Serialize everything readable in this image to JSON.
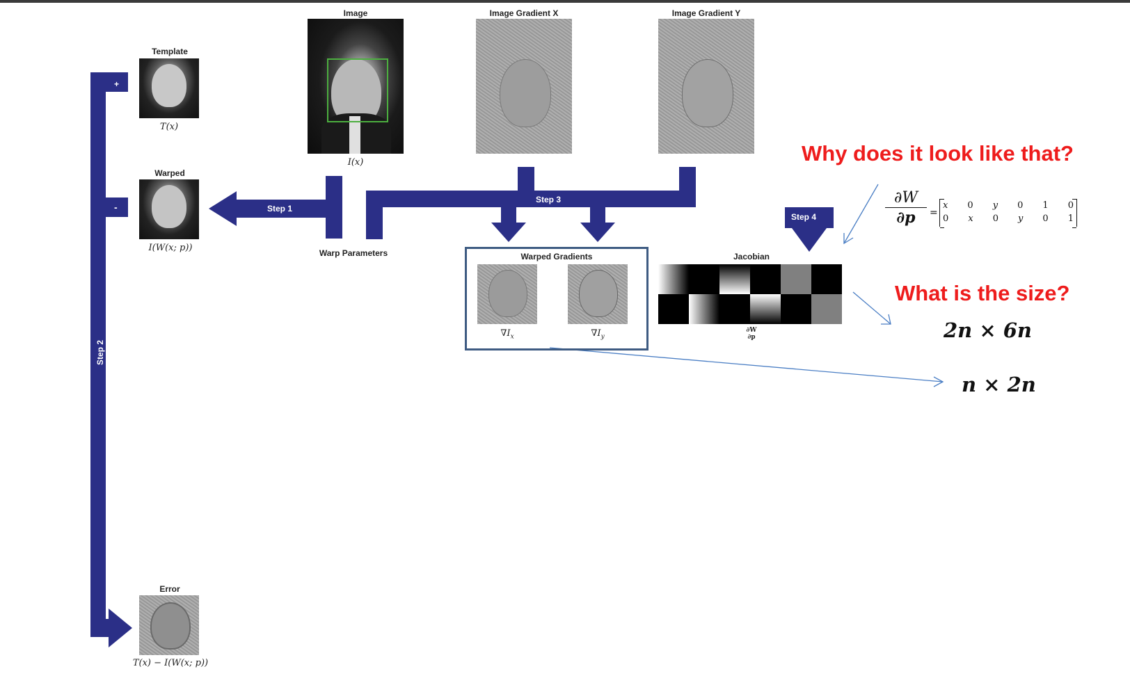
{
  "labels": {
    "template": "Template",
    "template_math": "T(x)",
    "warped": "Warped",
    "warped_math": "I(W(x; p))",
    "error": "Error",
    "error_math": "T(x) − I(W(x; p))",
    "image": "Image",
    "image_math": "I(x)",
    "grad_x": "Image Gradient X",
    "grad_y": "Image Gradient Y",
    "warp_params": "Warp Parameters",
    "warped_gradients": "Warped Gradients",
    "grad_ix": "∇I",
    "grad_ix_sub": "x",
    "grad_iy": "∇I",
    "grad_iy_sub": "y",
    "jacobian": "Jacobian",
    "jacobian_num": "∂W",
    "jacobian_den": "∂p"
  },
  "steps": {
    "step1": "Step 1",
    "step2": "Step 2",
    "step3": "Step 3",
    "step4": "Step 4",
    "plus": "+",
    "minus": "-"
  },
  "annotations": {
    "question1": "Why does it look like that?",
    "question2": "What is the size?",
    "size_jacobian": "2n × 6n",
    "size_gradients": "n × 2n"
  },
  "formula": {
    "numerator": "∂W",
    "denominator": "∂p",
    "row1": [
      "x",
      "0",
      "y",
      "0",
      "1",
      "0"
    ],
    "row2": [
      "0",
      "x",
      "0",
      "y",
      "0",
      "1"
    ]
  },
  "colors": {
    "arrow_blue": "#2b2f87",
    "question_red": "#ee1c1c",
    "frame_blue": "#3e5b82",
    "thin_line_blue": "#4a7ec4"
  }
}
